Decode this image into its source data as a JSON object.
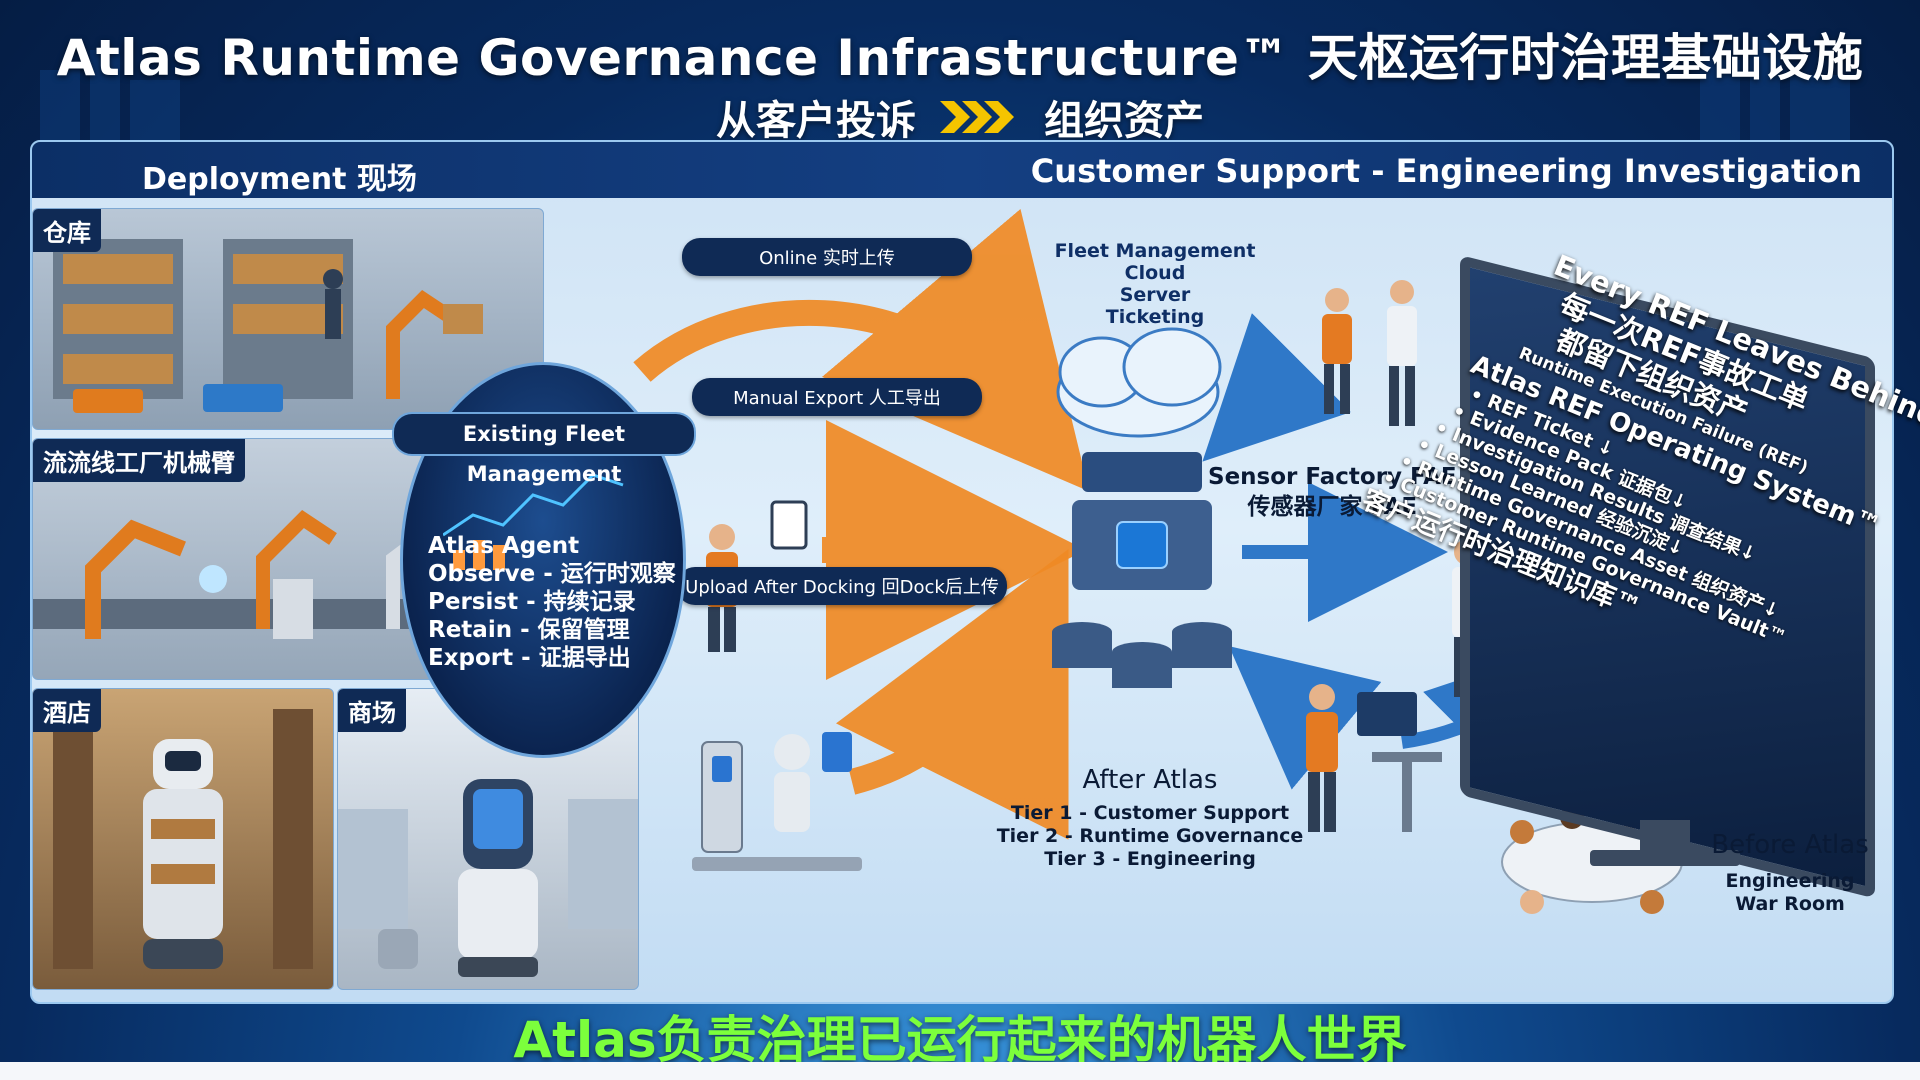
{
  "header": {
    "title": "Atlas Runtime Governance Infrastructure™ 天枢运行时治理基础设施",
    "subtitle_left": "从客户投诉",
    "subtitle_right": "组织资产"
  },
  "panel": {
    "left_title": "Deployment 现场",
    "right_title": "Customer Support - Engineering Investigation"
  },
  "scenes": {
    "warehouse": "仓库",
    "assembly": "流流线工厂机械臂",
    "hotel": "酒店",
    "mall": "商场"
  },
  "fleet": {
    "title": "Existing Fleet Management",
    "agent_lines": [
      "Atlas Agent",
      "Observe - 运行时观察",
      "Persist - 持续记录",
      "Retain - 保留管理",
      "Export - 证据导出"
    ]
  },
  "flows": {
    "online": "Online 实时上传",
    "manual": "Manual Export  人工导出",
    "docking": "Upload After Docking 回Dock后上传"
  },
  "cloud": {
    "lines": [
      "Fleet Management",
      "Cloud",
      "Server",
      "Ticketing"
    ]
  },
  "fae": {
    "line1": "Sensor Factory FAE",
    "line2": "传感器厂家 FAE"
  },
  "after_atlas": {
    "title": "After Atlas",
    "tiers": [
      "Tier 1 - Customer Support",
      "Tier 2 - Runtime Governance",
      "Tier 3 - Engineering"
    ]
  },
  "before_atlas": {
    "title": "Before Atlas",
    "line1": "Engineering",
    "line2": "War Room"
  },
  "monitor": {
    "headline1": "Every REF Leaves Behind",
    "headline2": "每一次REF事故工单",
    "headline3": "都留下组织资产",
    "ref_def": "Runtime Execution Failure (REF)",
    "os_title": "Atlas REF Operating System™",
    "items": [
      "REF Ticket ↓",
      "Evidence Pack 证据包↓",
      "Investigation Results 调查结果↓",
      "Lesson Learned 经验沉淀↓",
      "Runtime Governance Asset 组织资产↓",
      "Customer Runtime Governance Vault™"
    ],
    "vault_cn": "客户运行时治理知识库™"
  },
  "footer": {
    "text": "Atlas负责治理已运行起来的机器人世界"
  },
  "colors": {
    "accent_orange": "#f08a24",
    "arrow_blue": "#2f78c8",
    "footer_green": "#7cff3c",
    "navy": "#0f2a55"
  }
}
